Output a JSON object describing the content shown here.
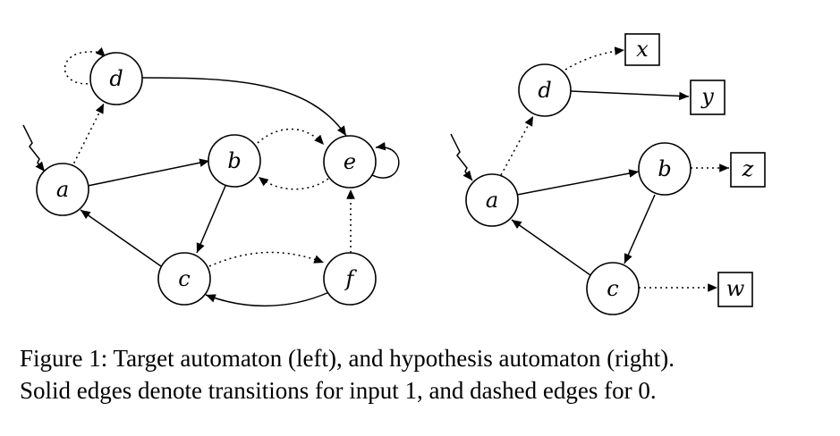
{
  "left_automaton": {
    "states": {
      "a": "a",
      "b": "b",
      "c": "c",
      "d": "d",
      "e": "e",
      "f": "f"
    }
  },
  "right_automaton": {
    "states": {
      "a": "a",
      "b": "b",
      "c": "c",
      "d": "d"
    },
    "outputs": {
      "x": "x",
      "y": "y",
      "z": "z",
      "w": "w"
    }
  },
  "caption": {
    "line1": "Figure 1: Target automaton (left), and hypothesis automaton (right).",
    "line2": "Solid edges denote transitions for input 1, and dashed edges for 0."
  }
}
